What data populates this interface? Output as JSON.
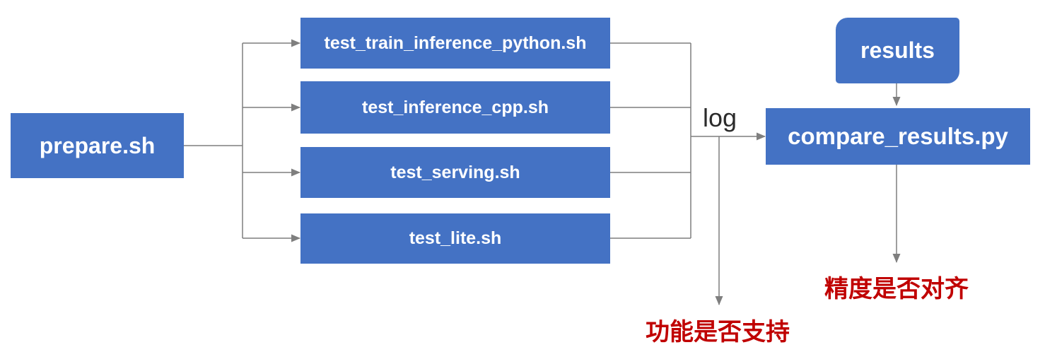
{
  "diagram": {
    "prepare": {
      "label": "prepare.sh"
    },
    "tests": [
      {
        "label": "test_train_inference_python.sh"
      },
      {
        "label": "test_inference_cpp.sh"
      },
      {
        "label": "test_serving.sh"
      },
      {
        "label": "test_lite.sh"
      }
    ],
    "log_label": "log",
    "results": {
      "label": "results"
    },
    "compare": {
      "label": "compare_results.py"
    },
    "outputs": {
      "function_support": "功能是否支持",
      "precision_aligned": "精度是否对齐"
    },
    "colors": {
      "node_fill": "#4472C4",
      "node_text": "#FFFFFF",
      "connector": "#7F7F7F",
      "highlight_text": "#C00000",
      "log_text": "#2B2B2B",
      "canvas_bg": "#FFFFFF"
    }
  }
}
